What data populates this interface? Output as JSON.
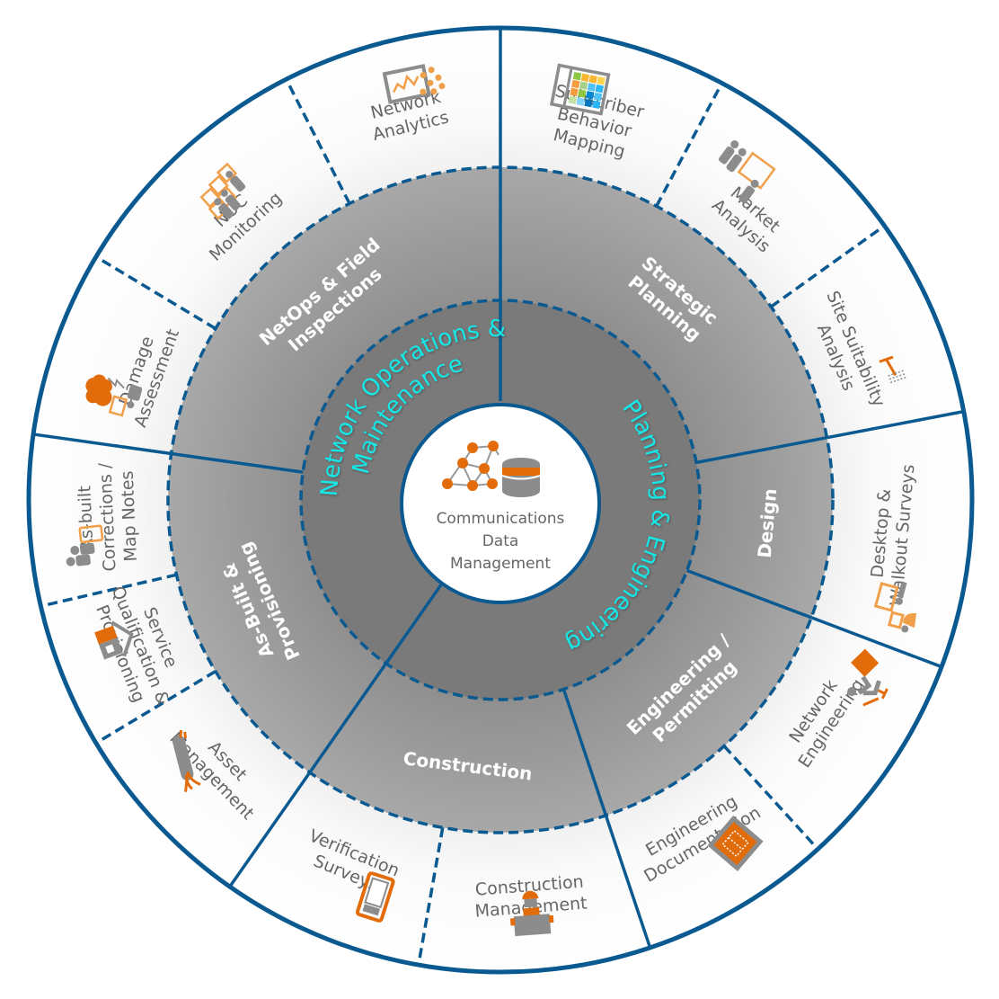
{
  "colors": {
    "ring_border": "#0a5a91",
    "mid_ring": "#a3a3a3",
    "inner_ring": "#7a7a7a",
    "outer_ring": "#ffffff",
    "accent_orange": "#e36c0a",
    "light_orange": "#f0a04b",
    "icon_gray": "#8c8c8c",
    "inner_text": "#19e6e6",
    "outer_text": "#666666",
    "mid_text": "#ffffff"
  },
  "core": {
    "title_lines": [
      "Communications",
      "Data",
      "Management"
    ],
    "icons": [
      "network-graph-icon",
      "database-icon"
    ]
  },
  "inner_ring": [
    {
      "label": "Network Operations & Maintenance",
      "lines": [
        "Network Operations &",
        "Maintenance"
      ]
    },
    {
      "label": "Planning & Engineering",
      "lines": [
        "Planning & Engineering"
      ]
    }
  ],
  "middle_ring": [
    {
      "label": "NetOps & Field Inspections",
      "lines": [
        "NetOps & Field",
        "Inspections"
      ]
    },
    {
      "label": "Strategic Planning",
      "lines": [
        "Strategic",
        "Planning"
      ]
    },
    {
      "label": "Design",
      "lines": [
        "Design"
      ]
    },
    {
      "label": "Engineering / Permitting",
      "lines": [
        "Engineering /",
        "Permitting"
      ]
    },
    {
      "label": "Construction",
      "lines": [
        "Construction"
      ]
    },
    {
      "label": "As-Built & Provisioning",
      "lines": [
        "As-Built &",
        "Provisioning"
      ]
    }
  ],
  "outer_ring": [
    {
      "lines": [
        "Network",
        "Analytics"
      ],
      "icon": "analytics-chart-icon"
    },
    {
      "lines": [
        "Subscriber",
        "Behavior",
        "Mapping"
      ],
      "icon": "heatmap-icon"
    },
    {
      "lines": [
        "Market",
        "Analysis"
      ],
      "icon": "presentation-icon"
    },
    {
      "lines": [
        "Site Suitability",
        "Analysis"
      ],
      "icon": "site-tool-icon"
    },
    {
      "lines": [
        "Desktop &",
        "Walkout Surveys"
      ],
      "icon": "surveyor-icon"
    },
    {
      "lines": [
        "Network",
        "Engineering"
      ],
      "icon": "engineer-desk-icon"
    },
    {
      "lines": [
        "Engineering",
        "Documentation"
      ],
      "icon": "blueprint-icon"
    },
    {
      "lines": [
        "Construction",
        "Management"
      ],
      "icon": "construction-worker-icon"
    },
    {
      "lines": [
        "Verification",
        "Surveys"
      ],
      "icon": "rugged-tablet-icon"
    },
    {
      "lines": [
        "Asset",
        "Management"
      ],
      "icon": "fiber-cable-icon"
    },
    {
      "lines": [
        "Service",
        "Qualification &",
        "Provisioning"
      ],
      "icon": "house-icon"
    },
    {
      "lines": [
        "As-built",
        "Corrections /",
        "Map Notes"
      ],
      "icon": "field-crew-icon"
    },
    {
      "lines": [
        "Damage",
        "Assessment"
      ],
      "icon": "storm-damage-icon"
    },
    {
      "lines": [
        "NOC",
        "Monitoring"
      ],
      "icon": "noc-screens-icon"
    }
  ]
}
